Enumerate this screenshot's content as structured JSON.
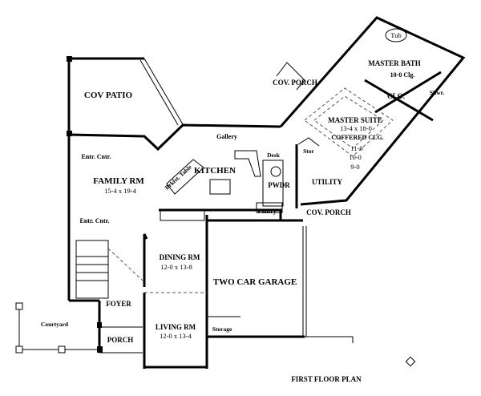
{
  "title": "FIRST FLOOR PLAN",
  "rooms": {
    "cov_patio": "COV PATIO",
    "cov_porch_top": "COV. PORCH",
    "master_bath": "MASTER BATH",
    "master_bath_ceiling": "10-0 Clg.",
    "tub": "Tub",
    "closet": "CLO.",
    "shower": "Shwr.",
    "master_suite": "MASTER SUITE",
    "master_suite_dims": "13-4 x 18-0",
    "master_suite_ceiling": "COFFERED CLG.",
    "ceiling_heights": [
      "11-0",
      "10-0",
      "9-0"
    ],
    "storage_small": "Stor",
    "utility": "UTILITY",
    "powder": "PWDR",
    "desk": "Desk",
    "gallery": "Gallery",
    "breakfast_table": "Brkfst. Table",
    "kitchen": "KITCHEN",
    "family_rm": "FAMILY RM",
    "family_rm_dims": "15-4 x 19-4",
    "entertainment_center_1": "Entr. Cntr.",
    "entertainment_center_2": "Entr. Cntr.",
    "pantry": "Pantry",
    "cov_porch_side": "COV. PORCH",
    "dining_rm": "DINING RM",
    "dining_rm_dims": "12-0 x 13-8",
    "garage": "TWO CAR GARAGE",
    "foyer": "FOYER",
    "courtyard": "Courtyard",
    "porch": "PORCH",
    "living_rm": "LIVING RM",
    "living_rm_dims": "12-0 x 13-4",
    "storage": "Storage"
  }
}
